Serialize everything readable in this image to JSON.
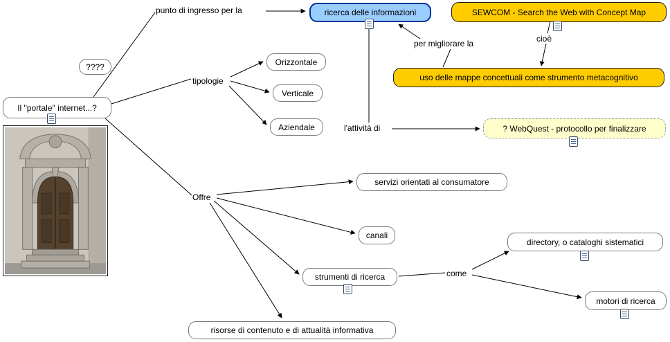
{
  "concepts": {
    "ricerca": {
      "label": "ricerca delle informazioni"
    },
    "sewcom": {
      "label": "SEWCOM - Search the Web with Concept Map"
    },
    "uso_mappe": {
      "label": "uso delle mappe concettuali come strumento metacognitivo"
    },
    "question": {
      "label": "????"
    },
    "portale": {
      "label": "Il \"portale\" internet...?"
    },
    "orizzontale": {
      "label": "Orizzontale"
    },
    "verticale": {
      "label": "Verticale"
    },
    "aziendale": {
      "label": "Aziendale"
    },
    "webquest": {
      "label": "? WebQuest - protocollo per finalizzare"
    },
    "servizi": {
      "label": "servizi orientati al consumatore"
    },
    "canali": {
      "label": "canali"
    },
    "strumenti": {
      "label": "strumenti di ricerca"
    },
    "directory": {
      "label": "directory, o cataloghi sistematici"
    },
    "motori": {
      "label": "motori di ricerca"
    },
    "risorse": {
      "label": "risorse di contenuto e di attualità informativa"
    }
  },
  "linking_phrases": {
    "punto_ingresso": {
      "label": "punto di ingresso per la"
    },
    "per_migliorare": {
      "label": "per migliorare la"
    },
    "cioe": {
      "label": "cioè"
    },
    "tipologie": {
      "label": "tipologie"
    },
    "attivita": {
      "label": "l'attività di"
    },
    "offre": {
      "label": "Offre"
    },
    "come": {
      "label": "come"
    }
  },
  "colors": {
    "highlight_blue_fill": "#99CCFF",
    "highlight_blue_border": "#003399",
    "gold_fill": "#FFCC00",
    "cream_fill": "#FFFFCC",
    "default_fill": "#FFFFFF",
    "default_border": "#7A7A7A"
  }
}
